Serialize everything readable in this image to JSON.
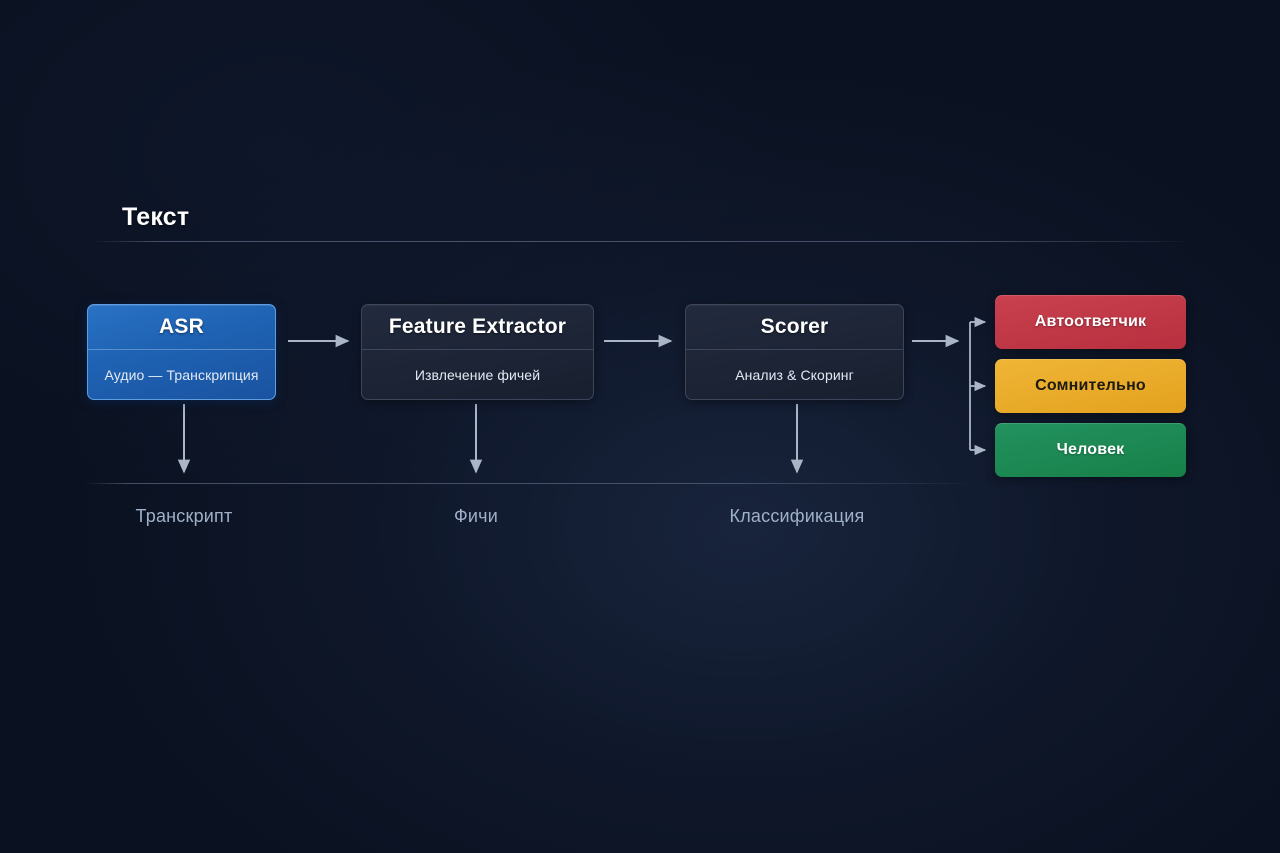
{
  "background": {
    "color": "#0a1120",
    "accent_glow": "#243454"
  },
  "section": {
    "title": "Текст"
  },
  "pipeline": {
    "nodes": [
      {
        "id": "asr",
        "title": "ASR",
        "subtitle": "Аудио — Транскрипция",
        "style": "accent",
        "color": "#1f63b4"
      },
      {
        "id": "feature",
        "title": "Feature Extractor",
        "subtitle": "Извлечение фичей",
        "style": "neutral",
        "color": "#1c2436"
      },
      {
        "id": "scorer",
        "title": "Scorer",
        "subtitle": "Анализ & Скоринг",
        "style": "neutral",
        "color": "#1c2436"
      }
    ],
    "captions": [
      {
        "id": "transcript",
        "label": "Транскрипт"
      },
      {
        "id": "features",
        "label": "Фичи"
      },
      {
        "id": "classification",
        "label": "Классификация"
      }
    ],
    "outcomes": [
      {
        "id": "answering-machine",
        "label": "Автоответчик",
        "style": "danger",
        "color": "#b8303f"
      },
      {
        "id": "doubtful",
        "label": "Сомнительно",
        "style": "warning",
        "color": "#e3a21f"
      },
      {
        "id": "human",
        "label": "Человек",
        "style": "success",
        "color": "#178049"
      }
    ],
    "connector_color": "#aab6c8"
  }
}
